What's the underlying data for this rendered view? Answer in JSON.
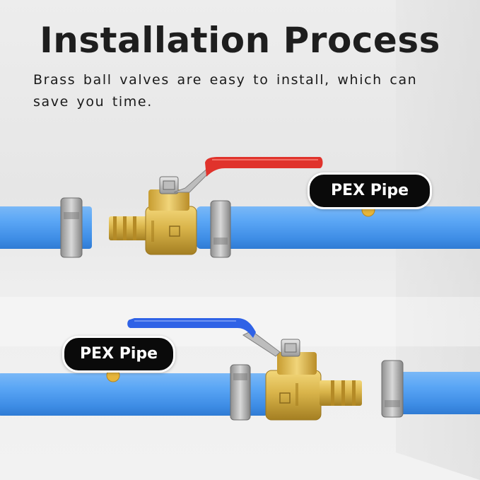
{
  "header": {
    "title": "Installation Process",
    "subtitle": "Brass ball valves are easy to install, which can save you time."
  },
  "labels": {
    "top": "PEX Pipe",
    "bottom": "PEX Pipe"
  },
  "colors": {
    "pipe": "#4d9cf0",
    "brass": "#d9b44a",
    "handle_top": "#e0332c",
    "handle_bottom": "#2f62e6",
    "label_bg": "#0a0a0a",
    "label_text": "#ffffff",
    "dot": "#e6b53a"
  }
}
